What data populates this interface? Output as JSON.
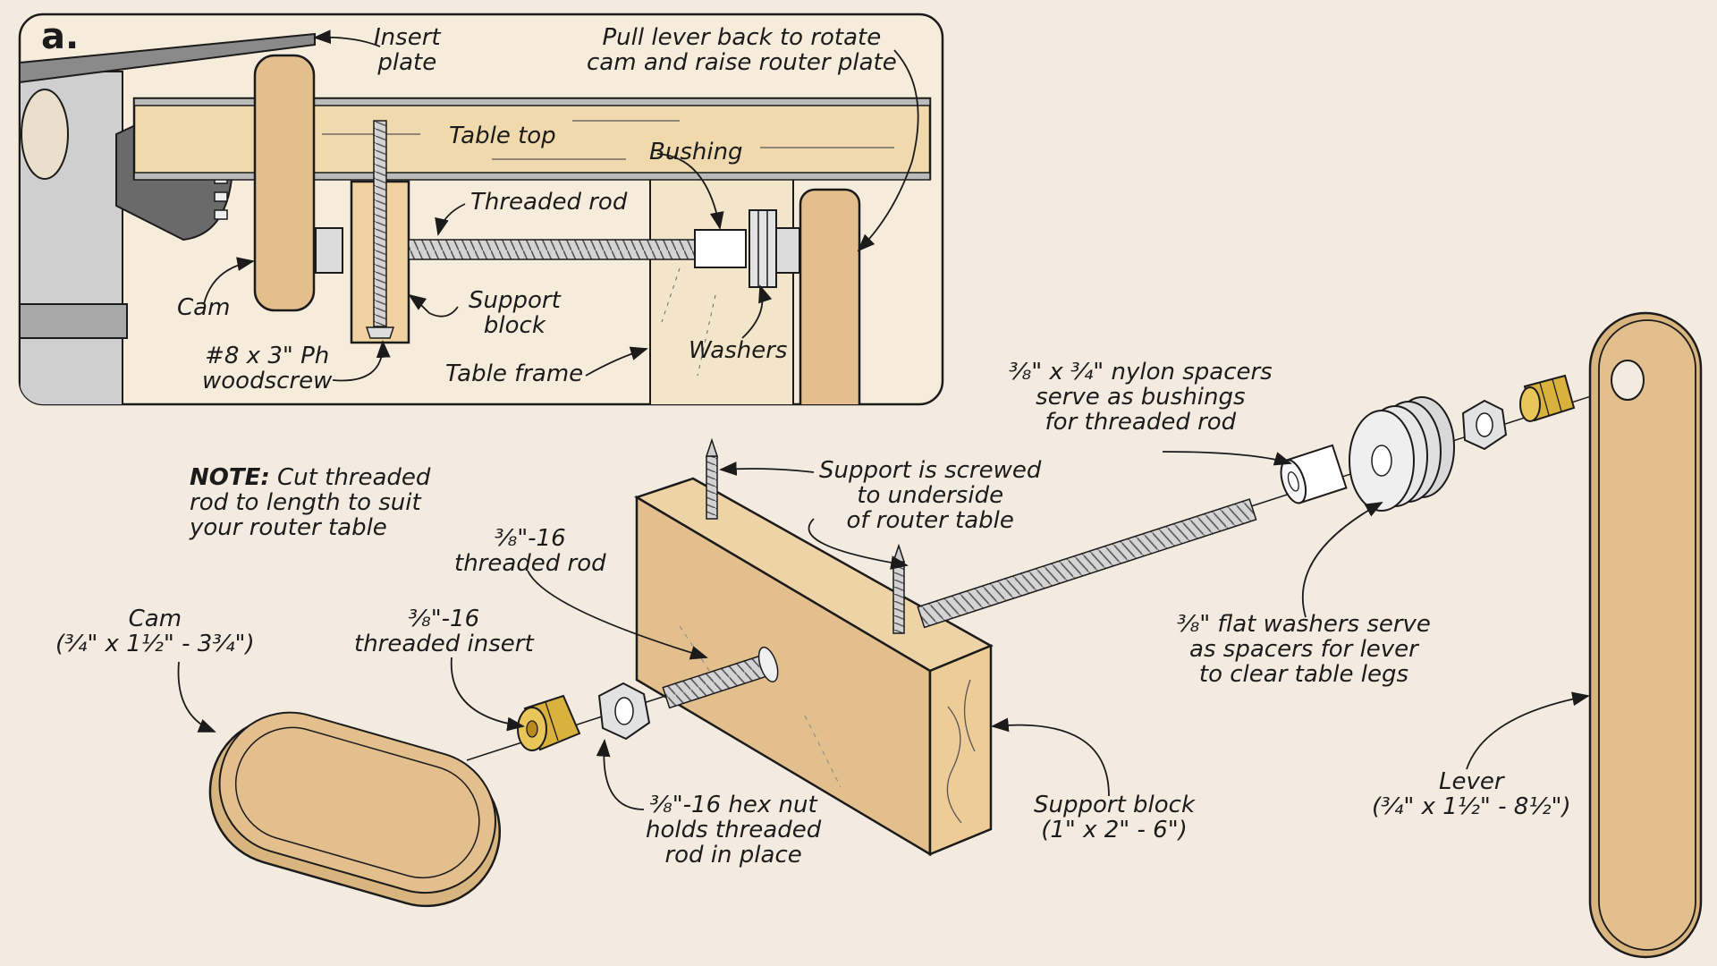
{
  "panel": {
    "letter": "a."
  },
  "inset_labels": {
    "insert_plate": [
      "Insert",
      "plate"
    ],
    "pull_lever": [
      "Pull lever back to rotate",
      "cam and raise router plate"
    ],
    "table_top": [
      "Table top"
    ],
    "bushing": [
      "Bushing"
    ],
    "threaded_rod": [
      "Threaded rod"
    ],
    "cam": [
      "Cam"
    ],
    "support_block": [
      "Support",
      "block"
    ],
    "woodscrew": [
      "#8 x 3\" Ph",
      "woodscrew"
    ],
    "table_frame": [
      "Table frame"
    ],
    "washers": [
      "Washers"
    ]
  },
  "main_labels": {
    "note_head": "NOTE:",
    "note_body": [
      " Cut threaded",
      "rod to length to suit",
      "your router table"
    ],
    "nylon_spacers": [
      "³⁄₈\" x ³⁄₄\" nylon spacers",
      "serve as bushings",
      "for threaded rod"
    ],
    "support_screwed": [
      "Support is screwed",
      "to underside",
      "of router table"
    ],
    "threaded_rod": [
      "³⁄₈\"-16",
      "threaded rod"
    ],
    "threaded_insert": [
      "³⁄₈\"-16",
      "threaded insert"
    ],
    "cam": [
      "Cam",
      "(³⁄₄\" x 1¹⁄₂\" - 3³⁄₄\")"
    ],
    "flat_washers": [
      "³⁄₈\" flat washers serve",
      "as spacers for lever",
      "to clear table legs"
    ],
    "hex_nut": [
      "³⁄₈\"-16 hex nut",
      "holds threaded",
      "rod in place"
    ],
    "support_block": [
      "Support block",
      "(1\" x 2\" - 6\")"
    ],
    "lever": [
      "Lever",
      "(³⁄₄\" x 1¹⁄₂\" - 8¹⁄₂\")"
    ]
  },
  "colors": {
    "background": "#f3ebe0",
    "wood": "#e3bf8d",
    "wood_light": "#edd1a6",
    "inset_wood": "#efd9ad",
    "outline": "#1b1b1b",
    "metal": "#c9c9c9",
    "brass": "#d9b23d"
  }
}
